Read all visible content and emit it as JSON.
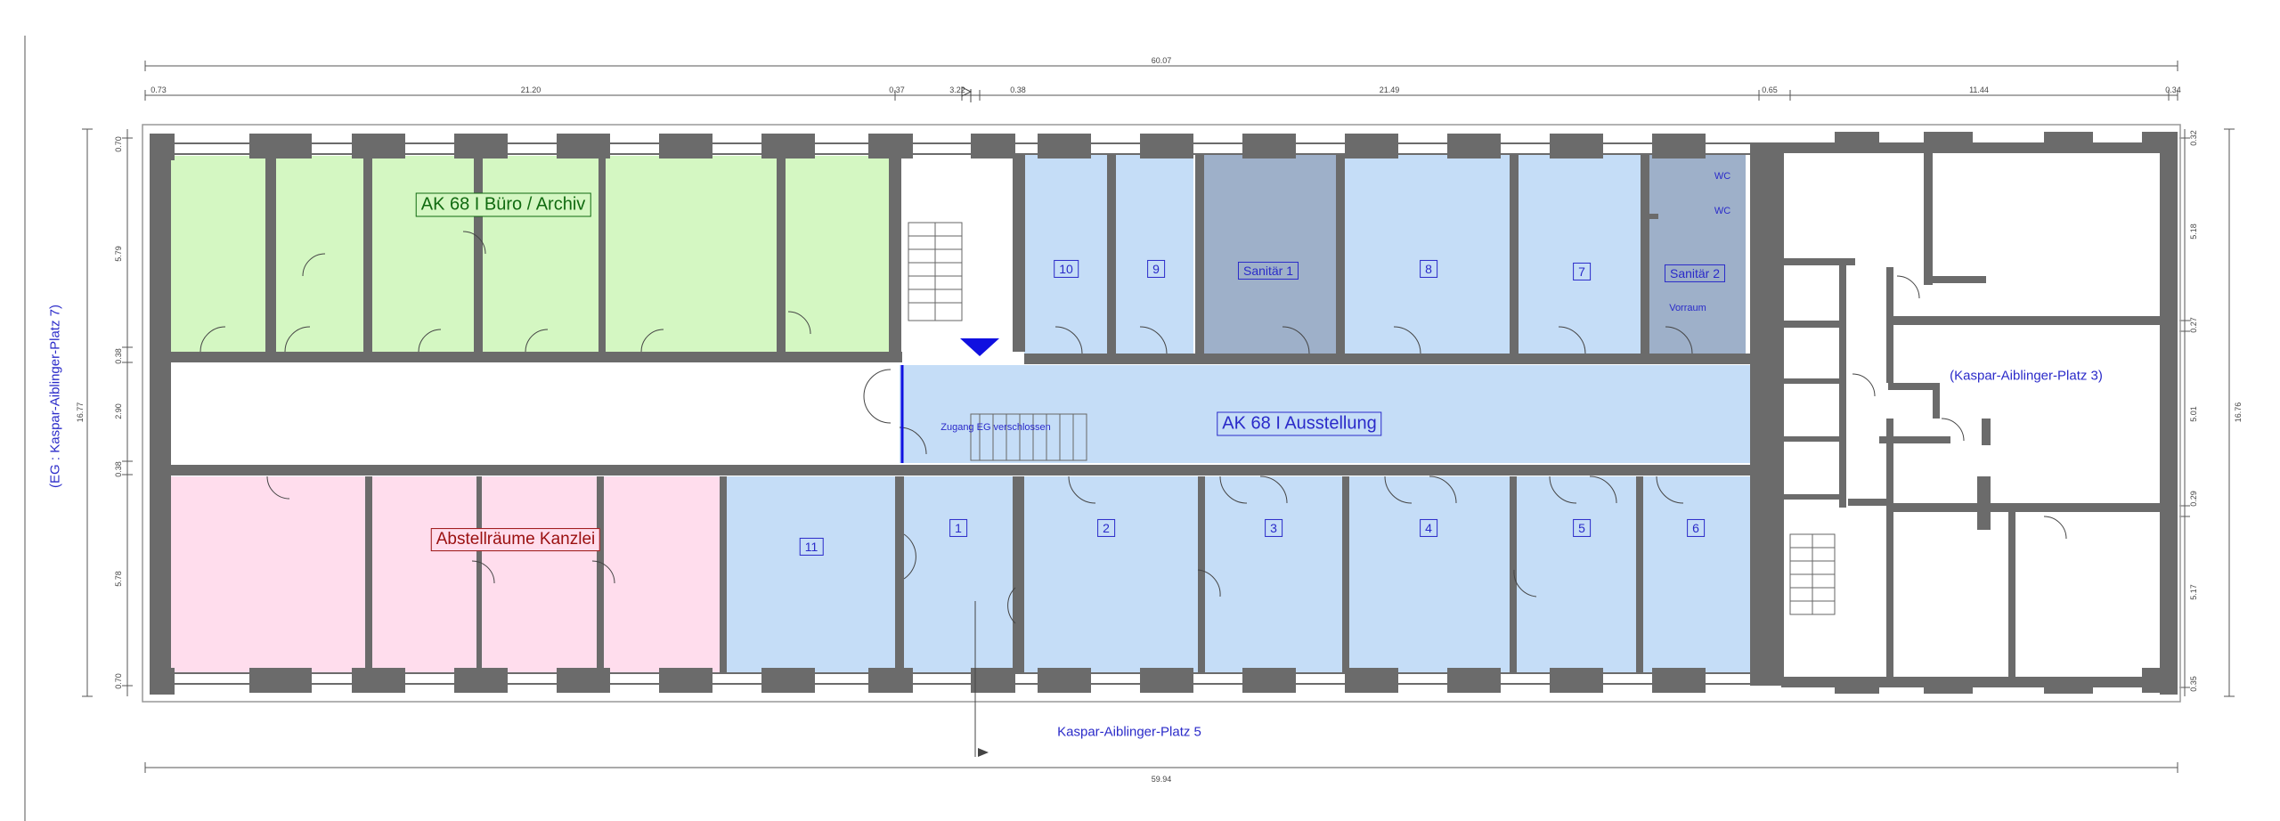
{
  "areas": {
    "buero_archiv": "AK 68  I  Büro / Archiv",
    "ausstellung": "AK 68  I  Ausstellung",
    "abstellraeume": "Abstellräume Kanzlei",
    "kaspar3": "(Kaspar-Aiblinger-Platz 3)",
    "kaspar5": "Kaspar-Aiblinger-Platz 5",
    "kaspar7": "(EG : Kaspar-Aiblinger-Platz 7)",
    "zugang": "Zugang EG verschlossen",
    "vorraum": "Vorraum",
    "wc": "WC"
  },
  "rooms": {
    "r1": "1",
    "r2": "2",
    "r3": "3",
    "r4": "4",
    "r5": "5",
    "r6": "6",
    "r7": "7",
    "r8": "8",
    "r9": "9",
    "r10": "10",
    "r11": "11",
    "sanitaer1": "Sanitär 1",
    "sanitaer2": "Sanitär 2"
  },
  "dimensions": {
    "top_total": "60.07",
    "top_a": "0.73",
    "top_b": "21.20",
    "top_c": "0.37",
    "top_d": "3.22",
    "top_e": "0.38",
    "top_f": "21.49",
    "top_g": "0.65",
    "top_h": "11.44",
    "top_i": "0.34",
    "bottom_total": "59.94",
    "left_total": "16.77",
    "left_a": "0.70",
    "left_b": "5.79",
    "left_c": "0.38",
    "left_d": "2.90",
    "left_e": "0.38",
    "left_f": "5.78",
    "left_g": "0.70",
    "right_total": "16.76",
    "right_a": "0.32",
    "right_b": "5.18",
    "right_c": "0.27",
    "right_d": "5.01",
    "right_e": "0.29",
    "right_f": "5.17",
    "right_g": "0.35"
  },
  "colors": {
    "green": "#d4f7c2",
    "pink": "#ffdded",
    "light_blue": "#c5ddf7",
    "gray_blue": "#9eb0c9",
    "wall": "#6b6b6b",
    "label_blue": "#2a2ac9"
  }
}
